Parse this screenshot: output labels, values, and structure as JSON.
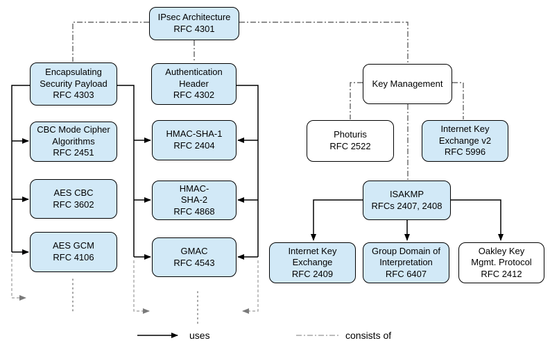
{
  "diagram": {
    "nodes": {
      "ipsec": {
        "label": "IPsec Architecture\nRFC 4301"
      },
      "esp": {
        "label": "Encapsulating\nSecurity Payload\nRFC 4303"
      },
      "cbc": {
        "label": "CBC Mode Cipher\nAlgorithms\nRFC 2451"
      },
      "aescbc": {
        "label": "AES CBC\nRFC 3602"
      },
      "aesgcm": {
        "label": "AES GCM\nRFC 4106"
      },
      "ah": {
        "label": "Authentication\nHeader\nRFC 4302"
      },
      "hmacsha1": {
        "label": "HMAC-SHA-1\nRFC 2404"
      },
      "hmacsha2": {
        "label": "HMAC-\nSHA-2\nRFC 4868"
      },
      "gmac": {
        "label": "GMAC\nRFC 4543"
      },
      "keymgmt": {
        "label": "Key Management"
      },
      "photuris": {
        "label": "Photuris\nRFC 2522"
      },
      "ikev2": {
        "label": "Internet Key\nExchange v2\nRFC 5996"
      },
      "isakmp": {
        "label": "ISAKMP\nRFCs 2407, 2408"
      },
      "ike": {
        "label": "Internet Key\nExchange\nRFC 2409"
      },
      "gdoi": {
        "label": "Group Domain of\nInterpretation\nRFC 6407"
      },
      "oakley": {
        "label": "Oakley Key\nMgmt. Protocol\nRFC 2412"
      }
    },
    "legend": {
      "uses": "uses",
      "consists_of": "consists of"
    },
    "colors": {
      "node_fill": "#d2e9f7",
      "node_fill_alt": "#ffffff",
      "border": "#000000",
      "uses_line": "#000000",
      "consists_line": "#4a4a4a",
      "continuation_line": "#9a9a9a",
      "ellipsis_dots": "#8a8a8a"
    }
  }
}
